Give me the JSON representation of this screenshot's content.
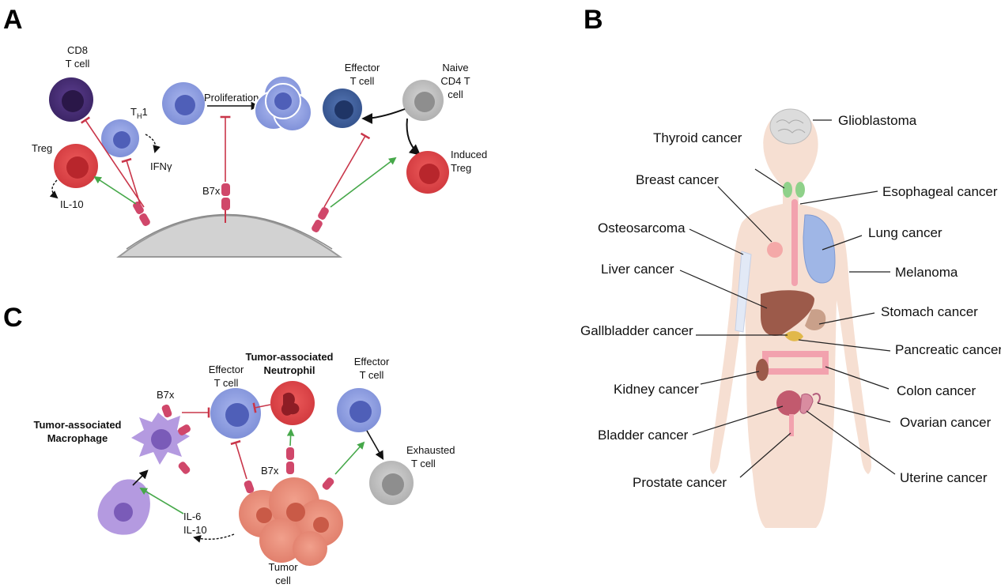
{
  "panels": {
    "a": "A",
    "b": "B",
    "c": "C"
  },
  "panel_a": {
    "cd8": [
      "CD8",
      "T cell"
    ],
    "th1_main": "T",
    "th1_sub": "H",
    "th1_num": "1",
    "ifng": "IFNγ",
    "treg": "Treg",
    "il10": "IL-10",
    "proliferation": "Proliferation",
    "b7x": "B7x",
    "effector": [
      "Effector",
      "T cell"
    ],
    "naive": [
      "Naive",
      "CD4 T",
      "cell"
    ],
    "induced": [
      "Induced",
      "Treg"
    ]
  },
  "panel_b": {
    "labels": {
      "glioblastoma": "Glioblastoma",
      "thyroid": "Thyroid cancer",
      "breast": "Breast cancer",
      "esophageal": "Esophageal cancer",
      "osteosarcoma": "Osteosarcoma",
      "lung": "Lung cancer",
      "melanoma": "Melanoma",
      "liver": "Liver cancer",
      "stomach": "Stomach cancer",
      "gallbladder": "Gallbladder cancer",
      "pancreatic": "Pancreatic cancer",
      "kidney": "Kidney cancer",
      "colon": "Colon cancer",
      "ovarian": "Ovarian cancer",
      "bladder": "Bladder cancer",
      "prostate": "Prostate cancer",
      "uterine": "Uterine cancer"
    }
  },
  "panel_c": {
    "effector1": [
      "Effector",
      "T cell"
    ],
    "tan": [
      "Tumor-associated",
      "Neutrophil"
    ],
    "effector2": [
      "Effector",
      "T cell"
    ],
    "b7x_left": "B7x",
    "tam": [
      "Tumor-associated",
      "Macrophage"
    ],
    "exhausted": [
      "Exhausted",
      "T cell"
    ],
    "b7x_mid": "B7x",
    "il": [
      "IL-6",
      "IL-10"
    ],
    "tumor": [
      "Tumor",
      "cell"
    ]
  },
  "colors": {
    "cd8": "#4b2f7a",
    "th1": "#8f9fe0",
    "treg": "#dd3f44",
    "effector": "#3e5f9a",
    "naive": "#bdbdbd",
    "inhibit": "#c9364a",
    "activate": "#46a84a",
    "body": "#f6dfd2"
  }
}
